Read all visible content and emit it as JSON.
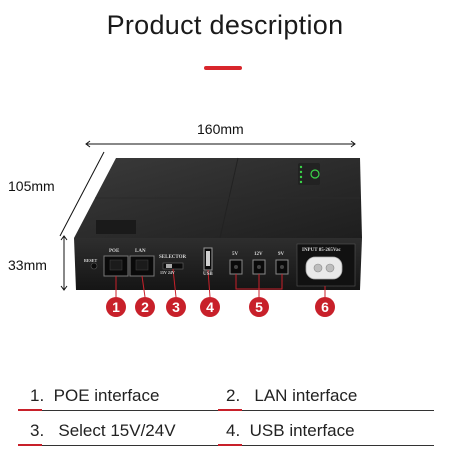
{
  "title": "Product description",
  "colors": {
    "accent": "#c8202a",
    "device": "#2a2a2a"
  },
  "dimensions": {
    "length": "160mm",
    "width": "105mm",
    "height": "33mm"
  },
  "port_labels": {
    "reset": "RESET",
    "poe": "POE",
    "lan": "LAN",
    "selector": "SELECTOR",
    "selector_values": "15V  24V",
    "usb": "USB",
    "dc1": "5V",
    "dc2": "12V",
    "dc3": "9V",
    "input": "INPUT 85-265Vac"
  },
  "badges": [
    "1",
    "2",
    "3",
    "4",
    "5",
    "6"
  ],
  "legend": [
    {
      "num": "1.",
      "text": "POE interface"
    },
    {
      "num": "2.",
      "text": "LAN interface"
    },
    {
      "num": "3.",
      "text": "Select 15V/24V"
    },
    {
      "num": "4.",
      "text": "USB interface"
    }
  ]
}
